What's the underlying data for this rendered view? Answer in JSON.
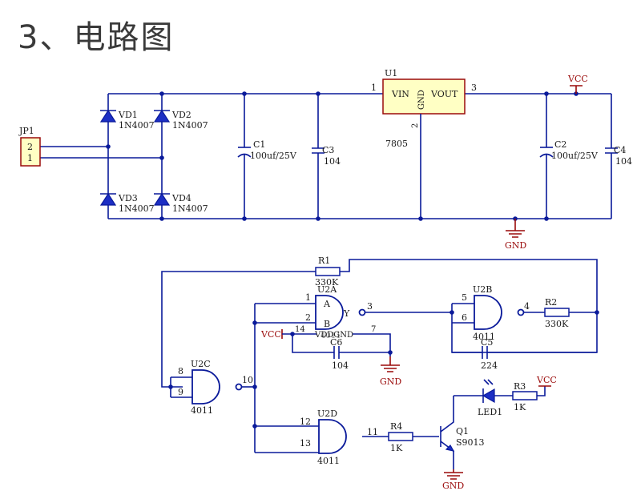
{
  "heading": "3、电路图",
  "power": {
    "connector": {
      "ref": "JP1",
      "pin_top": "2",
      "pin_bottom": "1"
    },
    "diodes": [
      {
        "ref": "VD1",
        "value": "1N4007"
      },
      {
        "ref": "VD2",
        "value": "1N4007"
      },
      {
        "ref": "VD3",
        "value": "1N4007"
      },
      {
        "ref": "VD4",
        "value": "1N4007"
      }
    ],
    "c1": {
      "ref": "C1",
      "value": "100uf/25V"
    },
    "c3": {
      "ref": "C3",
      "value": "104"
    },
    "regulator": {
      "ref": "U1",
      "part": "7805",
      "pin_in": "VIN",
      "pin_out": "VOUT",
      "pin_gnd": "GND",
      "n_in": "1",
      "n_gnd": "2",
      "n_out": "3"
    },
    "c2": {
      "ref": "C2",
      "value": "100uf/25V"
    },
    "c4": {
      "ref": "C4",
      "value": "104"
    },
    "vcc": "VCC",
    "gnd": "GND"
  },
  "logic": {
    "r1": {
      "ref": "R1",
      "value": "330K"
    },
    "u2a": {
      "ref": "U2A",
      "in_a": "A",
      "in_b": "B",
      "out": "Y",
      "pin_a": "1",
      "pin_b": "2",
      "pin_y": "3",
      "pin_vdd": "14",
      "pin_gnd": "7",
      "supply_label": "VDDGND",
      "part": "4011"
    },
    "u2b": {
      "ref": "U2B",
      "pin_a": "5",
      "pin_b": "6",
      "pin_y": "4",
      "part": "4011"
    },
    "r2": {
      "ref": "R2",
      "value": "330K"
    },
    "c5": {
      "ref": "C5",
      "value": "224"
    },
    "c6": {
      "ref": "C6",
      "value": "104"
    },
    "u2c": {
      "ref": "U2C",
      "pin_a": "8",
      "pin_b": "9",
      "pin_y": "10",
      "part": "4011"
    },
    "u2d": {
      "ref": "U2D",
      "pin_a": "12",
      "pin_b": "13",
      "pin_y": "11",
      "part": "4011"
    },
    "r4": {
      "ref": "R4",
      "value": "1K"
    },
    "q1": {
      "ref": "Q1",
      "part": "S9013"
    },
    "led": {
      "ref": "LED1"
    },
    "r3": {
      "ref": "R3",
      "value": "1K"
    },
    "vcc": "VCC",
    "gnd": "GND"
  }
}
